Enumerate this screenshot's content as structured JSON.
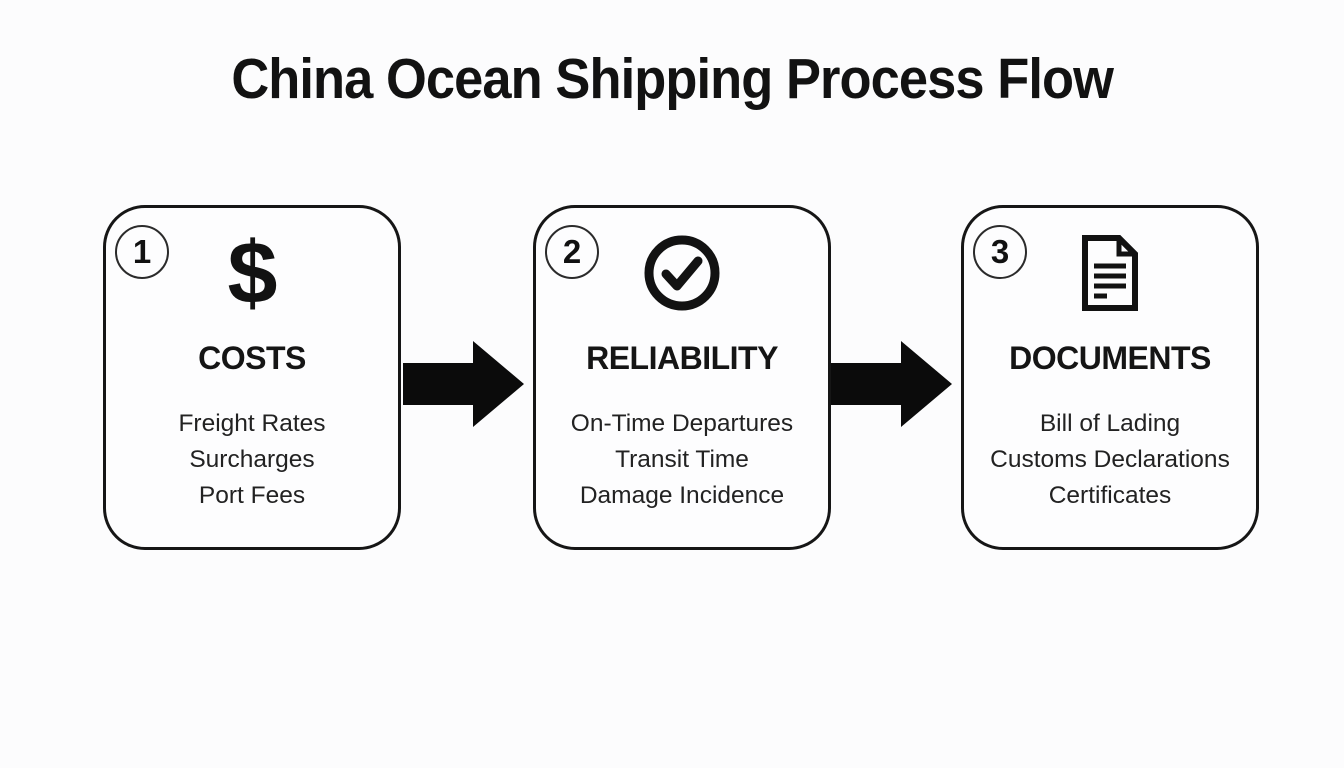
{
  "title": "China Ocean Shipping Process Flow",
  "colors": {
    "background": "#fcfcfd",
    "ink": "#121212",
    "border": "#161616",
    "arrow": "#0b0b0b"
  },
  "steps": [
    {
      "number": "1",
      "icon": "dollar-icon",
      "glyph": "$",
      "heading": "COSTS",
      "items": [
        "Freight Rates",
        "Surcharges",
        "Port Fees"
      ]
    },
    {
      "number": "2",
      "icon": "check-circle-icon",
      "heading": "RELIABILITY",
      "items": [
        "On-Time Departures",
        "Transit Time",
        "Damage Incidence"
      ]
    },
    {
      "number": "3",
      "icon": "document-icon",
      "heading": "DOCUMENTS",
      "items": [
        "Bill of Lading",
        "Customs Declarations",
        "Certificates"
      ]
    }
  ]
}
